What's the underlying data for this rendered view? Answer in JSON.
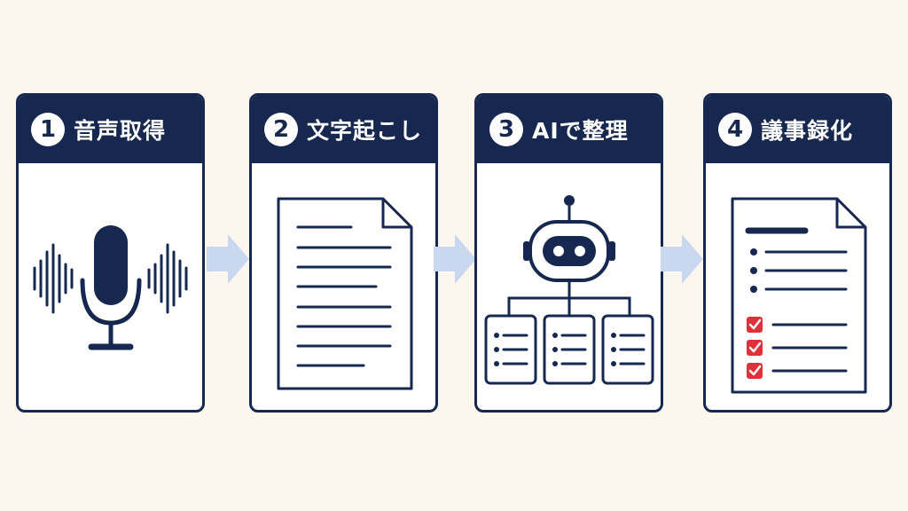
{
  "steps": [
    {
      "number": "1",
      "title": "音声取得",
      "icon": "microphone-icon"
    },
    {
      "number": "2",
      "title": "文字起こし",
      "icon": "document-icon"
    },
    {
      "number": "3",
      "title": "AIで整理",
      "icon": "robot-icon"
    },
    {
      "number": "4",
      "title": "議事録化",
      "icon": "checklist-document-icon"
    }
  ],
  "colors": {
    "navy": "#16284f",
    "background": "#fbf7ef",
    "arrow": "#c9d8ef",
    "check": "#e0303a"
  }
}
